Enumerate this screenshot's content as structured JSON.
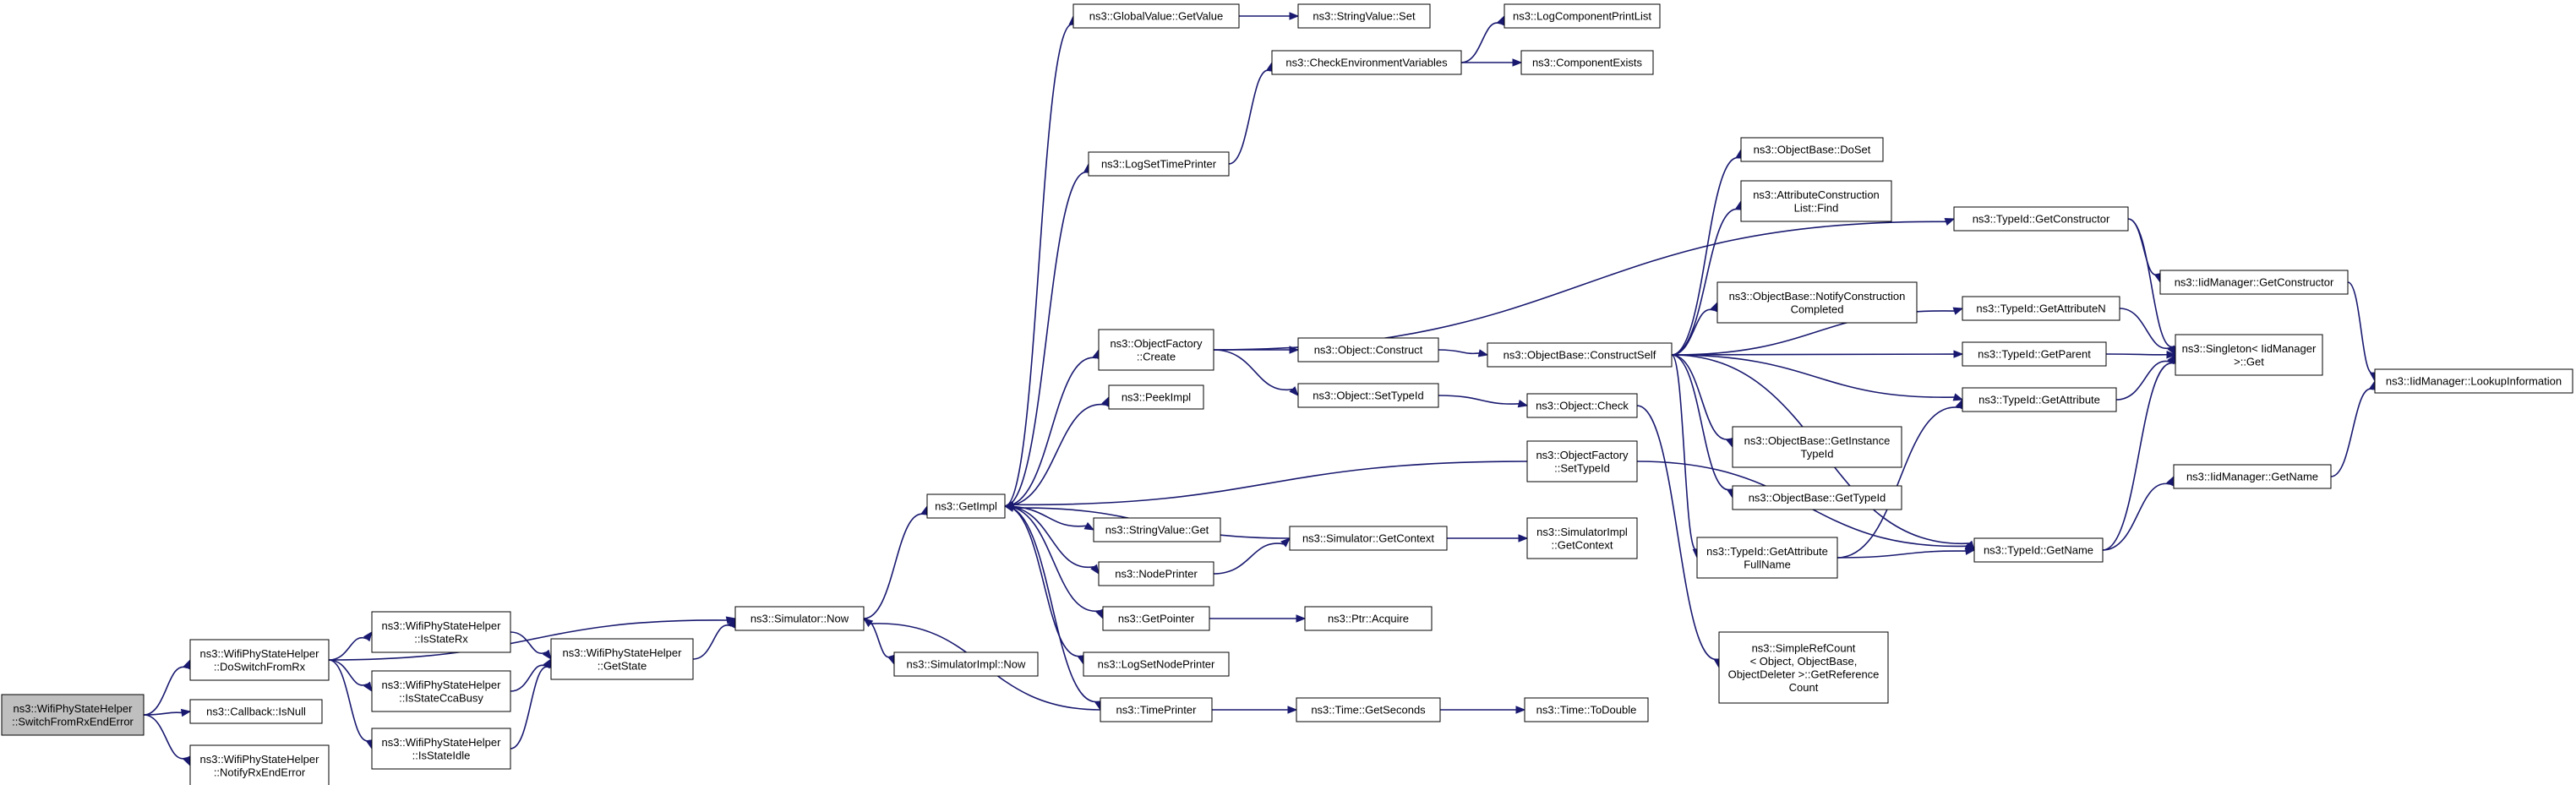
{
  "colors": {
    "edge": "#191970",
    "node_fill": "#ffffff",
    "root_fill": "#bfbfbf",
    "node_border": "#000000",
    "undocumented_border": "#ff0000"
  },
  "nodes": [
    {
      "id": "root",
      "lines": [
        "ns3::WifiPhyStateHelper",
        "::SwitchFromRxEndError"
      ],
      "style": "root"
    },
    {
      "id": "doSwitch",
      "lines": [
        "ns3::WifiPhyStateHelper",
        "::DoSwitchFromRx"
      ],
      "style": "normal"
    },
    {
      "id": "isNull",
      "lines": [
        "ns3::Callback::IsNull"
      ],
      "style": "normal"
    },
    {
      "id": "notifyRx",
      "lines": [
        "ns3::WifiPhyStateHelper",
        "::NotifyRxEndError"
      ],
      "style": "normal"
    },
    {
      "id": "isRx",
      "lines": [
        "ns3::WifiPhyStateHelper",
        "::IsStateRx"
      ],
      "style": "normal"
    },
    {
      "id": "isCca",
      "lines": [
        "ns3::WifiPhyStateHelper",
        "::IsStateCcaBusy"
      ],
      "style": "normal"
    },
    {
      "id": "isIdle",
      "lines": [
        "ns3::WifiPhyStateHelper",
        "::IsStateIdle"
      ],
      "style": "normal"
    },
    {
      "id": "getState",
      "lines": [
        "ns3::WifiPhyStateHelper",
        "::GetState"
      ],
      "style": "normal"
    },
    {
      "id": "simNow",
      "lines": [
        "ns3::Simulator::Now"
      ],
      "style": "normal"
    },
    {
      "id": "simImplNow",
      "lines": [
        "ns3::SimulatorImpl::Now"
      ],
      "style": "normal"
    },
    {
      "id": "getImpl",
      "lines": [
        "ns3::GetImpl"
      ],
      "style": "normal"
    },
    {
      "id": "gvGetValue",
      "lines": [
        "ns3::GlobalValue::GetValue"
      ],
      "style": "normal"
    },
    {
      "id": "svSet",
      "lines": [
        "ns3::StringValue::Set"
      ],
      "style": "normal"
    },
    {
      "id": "checkEnv",
      "lines": [
        "ns3::CheckEnvironmentVariables"
      ],
      "style": "normal"
    },
    {
      "id": "logCompList",
      "lines": [
        "ns3::LogComponentPrintList"
      ],
      "style": "undocumented"
    },
    {
      "id": "compExists",
      "lines": [
        "ns3::ComponentExists"
      ],
      "style": "undocumented"
    },
    {
      "id": "logSetTime",
      "lines": [
        "ns3::LogSetTimePrinter"
      ],
      "style": "normal"
    },
    {
      "id": "ofCreate",
      "lines": [
        "ns3::ObjectFactory",
        "::Create"
      ],
      "style": "normal"
    },
    {
      "id": "peekImpl",
      "lines": [
        "ns3::PeekImpl"
      ],
      "style": "normal"
    },
    {
      "id": "svGet",
      "lines": [
        "ns3::StringValue::Get"
      ],
      "style": "normal"
    },
    {
      "id": "nodePrinter",
      "lines": [
        "ns3::NodePrinter"
      ],
      "style": "normal"
    },
    {
      "id": "getPointer",
      "lines": [
        "ns3::GetPointer"
      ],
      "style": "normal"
    },
    {
      "id": "logSetNode",
      "lines": [
        "ns3::LogSetNodePrinter"
      ],
      "style": "normal"
    },
    {
      "id": "timePrinter",
      "lines": [
        "ns3::TimePrinter"
      ],
      "style": "normal"
    },
    {
      "id": "objConstruct",
      "lines": [
        "ns3::Object::Construct"
      ],
      "style": "normal"
    },
    {
      "id": "objSetTypeId",
      "lines": [
        "ns3::Object::SetTypeId"
      ],
      "style": "normal"
    },
    {
      "id": "simGetContext",
      "lines": [
        "ns3::Simulator::GetContext"
      ],
      "style": "normal"
    },
    {
      "id": "ptrAcquire",
      "lines": [
        "ns3::Ptr::Acquire"
      ],
      "style": "normal"
    },
    {
      "id": "timeGetSeconds",
      "lines": [
        "ns3::Time::GetSeconds"
      ],
      "style": "normal"
    },
    {
      "id": "obConstructSelf",
      "lines": [
        "ns3::ObjectBase::ConstructSelf"
      ],
      "style": "normal"
    },
    {
      "id": "objCheck",
      "lines": [
        "ns3::Object::Check"
      ],
      "style": "normal"
    },
    {
      "id": "ofSetTypeId",
      "lines": [
        "ns3::ObjectFactory",
        "::SetTypeId"
      ],
      "style": "normal"
    },
    {
      "id": "simImplGetContext",
      "lines": [
        "ns3::SimulatorImpl",
        "::GetContext"
      ],
      "style": "normal"
    },
    {
      "id": "timeToDouble",
      "lines": [
        "ns3::Time::ToDouble"
      ],
      "style": "undocumented"
    },
    {
      "id": "obDoSet",
      "lines": [
        "ns3::ObjectBase::DoSet"
      ],
      "style": "normal"
    },
    {
      "id": "acListFind",
      "lines": [
        "ns3::AttributeConstruction",
        "List::Find"
      ],
      "style": "normal"
    },
    {
      "id": "obNotify",
      "lines": [
        "ns3::ObjectBase::NotifyConstruction",
        "Completed"
      ],
      "style": "normal"
    },
    {
      "id": "obGetInstance",
      "lines": [
        "ns3::ObjectBase::GetInstance",
        "TypeId"
      ],
      "style": "normal"
    },
    {
      "id": "obGetTypeId",
      "lines": [
        "ns3::ObjectBase::GetTypeId"
      ],
      "style": "undocumented"
    },
    {
      "id": "tidAttrFullName",
      "lines": [
        "ns3::TypeId::GetAttribute",
        "FullName"
      ],
      "style": "normal"
    },
    {
      "id": "simpleRef",
      "lines": [
        "ns3::SimpleRefCount",
        "< Object, ObjectBase,",
        "ObjectDeleter >::GetReference",
        "Count"
      ],
      "style": "normal"
    },
    {
      "id": "tidGetConstructor",
      "lines": [
        "ns3::TypeId::GetConstructor"
      ],
      "style": "normal"
    },
    {
      "id": "tidGetAttributeN",
      "lines": [
        "ns3::TypeId::GetAttributeN"
      ],
      "style": "undocumented"
    },
    {
      "id": "tidGetParent",
      "lines": [
        "ns3::TypeId::GetParent"
      ],
      "style": "undocumented"
    },
    {
      "id": "tidGetAttribute",
      "lines": [
        "ns3::TypeId::GetAttribute"
      ],
      "style": "undocumented"
    },
    {
      "id": "tidGetName",
      "lines": [
        "ns3::TypeId::GetName"
      ],
      "style": "normal"
    },
    {
      "id": "iidGetConstructor",
      "lines": [
        "ns3::IidManager::GetConstructor"
      ],
      "style": "normal"
    },
    {
      "id": "singletonGet",
      "lines": [
        "ns3::Singleton< IidManager",
        " >::Get"
      ],
      "style": "normal"
    },
    {
      "id": "iidGetName",
      "lines": [
        "ns3::IidManager::GetName"
      ],
      "style": "normal"
    },
    {
      "id": "iidLookup",
      "lines": [
        "ns3::IidManager::LookupInformation"
      ],
      "style": "normal"
    }
  ],
  "edges": [
    [
      "root",
      "doSwitch"
    ],
    [
      "root",
      "isNull"
    ],
    [
      "root",
      "notifyRx"
    ],
    [
      "doSwitch",
      "isRx"
    ],
    [
      "doSwitch",
      "isCca"
    ],
    [
      "doSwitch",
      "isIdle"
    ],
    [
      "doSwitch",
      "simNow"
    ],
    [
      "isRx",
      "getState"
    ],
    [
      "isCca",
      "getState"
    ],
    [
      "isIdle",
      "getState"
    ],
    [
      "getState",
      "simNow"
    ],
    [
      "simNow",
      "getImpl"
    ],
    [
      "simNow",
      "simImplNow"
    ],
    [
      "getImpl",
      "gvGetValue"
    ],
    [
      "getImpl",
      "logSetTime"
    ],
    [
      "getImpl",
      "ofCreate"
    ],
    [
      "getImpl",
      "peekImpl"
    ],
    [
      "getImpl",
      "svGet"
    ],
    [
      "getImpl",
      "nodePrinter"
    ],
    [
      "getImpl",
      "getPointer"
    ],
    [
      "getImpl",
      "logSetNode"
    ],
    [
      "getImpl",
      "timePrinter"
    ],
    [
      "gvGetValue",
      "svSet"
    ],
    [
      "logSetTime",
      "checkEnv"
    ],
    [
      "checkEnv",
      "logCompList"
    ],
    [
      "checkEnv",
      "compExists"
    ],
    [
      "ofCreate",
      "objConstruct"
    ],
    [
      "ofCreate",
      "objSetTypeId"
    ],
    [
      "ofCreate",
      "tidGetConstructor"
    ],
    [
      "objConstruct",
      "obConstructSelf"
    ],
    [
      "objSetTypeId",
      "objCheck"
    ],
    [
      "nodePrinter",
      "simGetContext"
    ],
    [
      "simGetContext",
      "getImpl"
    ],
    [
      "simGetContext",
      "simImplGetContext"
    ],
    [
      "ofSetTypeId",
      "getImpl"
    ],
    [
      "getPointer",
      "ptrAcquire"
    ],
    [
      "timePrinter",
      "simNow"
    ],
    [
      "timePrinter",
      "timeGetSeconds"
    ],
    [
      "timeGetSeconds",
      "timeToDouble"
    ],
    [
      "obConstructSelf",
      "obDoSet"
    ],
    [
      "obConstructSelf",
      "acListFind"
    ],
    [
      "obConstructSelf",
      "tidGetAttributeN"
    ],
    [
      "obConstructSelf",
      "obNotify"
    ],
    [
      "obConstructSelf",
      "tidGetParent"
    ],
    [
      "obConstructSelf",
      "tidGetAttribute"
    ],
    [
      "obConstructSelf",
      "obGetInstance"
    ],
    [
      "obConstructSelf",
      "obGetTypeId"
    ],
    [
      "obConstructSelf",
      "tidAttrFullName"
    ],
    [
      "obConstructSelf",
      "tidGetName"
    ],
    [
      "objCheck",
      "simpleRef"
    ],
    [
      "ofSetTypeId",
      "tidGetName"
    ],
    [
      "tidAttrFullName",
      "tidGetAttribute"
    ],
    [
      "tidAttrFullName",
      "tidGetName"
    ],
    [
      "tidGetConstructor",
      "iidGetConstructor"
    ],
    [
      "tidGetConstructor",
      "singletonGet"
    ],
    [
      "tidGetAttributeN",
      "singletonGet"
    ],
    [
      "tidGetParent",
      "singletonGet"
    ],
    [
      "tidGetAttribute",
      "singletonGet"
    ],
    [
      "tidGetName",
      "singletonGet"
    ],
    [
      "tidGetName",
      "iidGetName"
    ],
    [
      "iidGetConstructor",
      "iidLookup"
    ],
    [
      "iidGetName",
      "iidLookup"
    ]
  ]
}
